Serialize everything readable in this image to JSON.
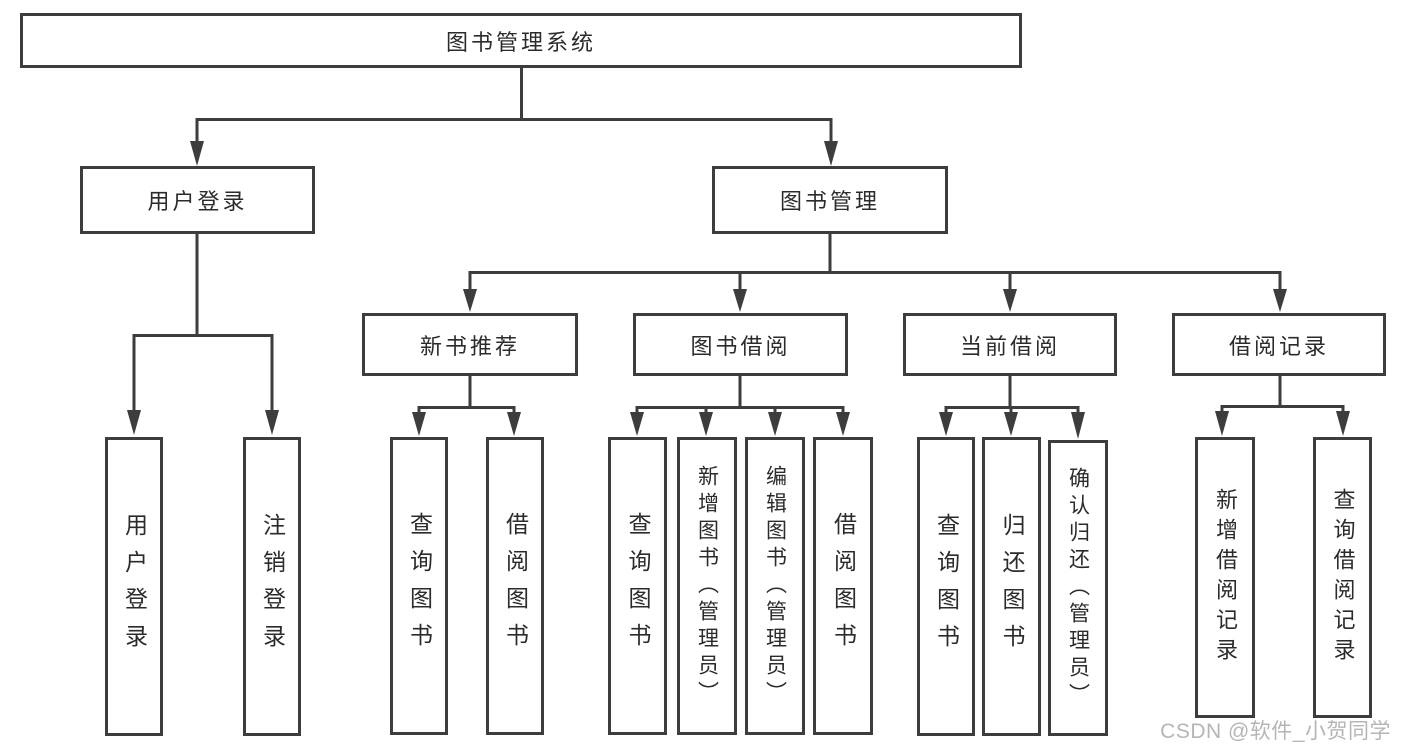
{
  "diagram": {
    "root": {
      "label": "图书管理系统"
    },
    "level2": [
      {
        "label": "用户登录",
        "children": [
          {
            "label": "用户登录"
          },
          {
            "label": "注销登录"
          }
        ]
      },
      {
        "label": "图书管理",
        "children": [
          {
            "label": "新书推荐",
            "children": [
              {
                "label": "查询图书"
              },
              {
                "label": "借阅图书"
              }
            ]
          },
          {
            "label": "图书借阅",
            "children": [
              {
                "label": "查询图书"
              },
              {
                "label": "新增图书（管理员）"
              },
              {
                "label": "编辑图书（管理员）"
              },
              {
                "label": "借阅图书"
              }
            ]
          },
          {
            "label": "当前借阅",
            "children": [
              {
                "label": "查询图书"
              },
              {
                "label": "归还图书"
              },
              {
                "label": "确认归还（管理员）"
              }
            ]
          },
          {
            "label": "借阅记录",
            "children": [
              {
                "label": "新增借阅记录"
              },
              {
                "label": "查询借阅记录"
              }
            ]
          }
        ]
      }
    ]
  },
  "watermark": {
    "text": "CSDN @软件_小贺同学"
  },
  "colors": {
    "line": "#3d3d3d",
    "text": "#2b2b2b",
    "watermark": "#b5b5b5",
    "background": "#ffffff"
  }
}
